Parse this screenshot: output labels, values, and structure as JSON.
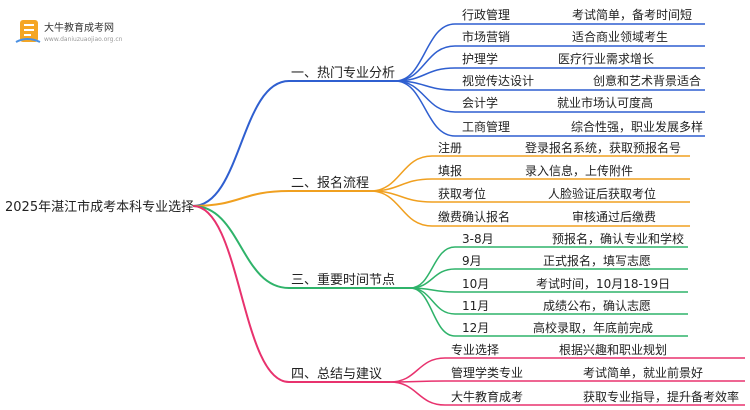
{
  "logo": {
    "title": "大牛教育成考网",
    "subtitle": "www.daniuzuaojiao.org.cn",
    "icon": "book-icon",
    "colors": {
      "primary": "#f5a623",
      "secondary": "#4a90e2"
    }
  },
  "mindmap": {
    "root": "2025年湛江市成考本科专业选择",
    "branches": [
      {
        "label": "一、热门专业分析",
        "color": "#2f5fd0",
        "items": [
          {
            "name": "行政管理",
            "desc": "考试简单，备考时间短"
          },
          {
            "name": "市场营销",
            "desc": "适合商业领域考生"
          },
          {
            "name": "护理学",
            "desc": "医疗行业需求增长"
          },
          {
            "name": "视觉传达设计",
            "desc": "创意和艺术背景适合"
          },
          {
            "name": "会计学",
            "desc": "就业市场认可度高"
          },
          {
            "name": "工商管理",
            "desc": "综合性强，职业发展多样"
          }
        ]
      },
      {
        "label": "二、报名流程",
        "color": "#f0a020",
        "items": [
          {
            "name": "注册",
            "desc": "登录报名系统，获取预报名号"
          },
          {
            "name": "填报",
            "desc": "录入信息，上传附件"
          },
          {
            "name": "获取考位",
            "desc": "人脸验证后获取考位"
          },
          {
            "name": "缴费确认报名",
            "desc": "审核通过后缴费"
          }
        ]
      },
      {
        "label": "三、重要时间节点",
        "color": "#2fb36a",
        "items": [
          {
            "name": "3-8月",
            "desc": "预报名，确认专业和学校"
          },
          {
            "name": "9月",
            "desc": "正式报名，填写志愿"
          },
          {
            "name": "10月",
            "desc": "考试时间，10月18-19日"
          },
          {
            "name": "11月",
            "desc": "成绩公布，确认志愿"
          },
          {
            "name": "12月",
            "desc": "高校录取，年底前完成"
          }
        ]
      },
      {
        "label": "四、总结与建议",
        "color": "#e8326e",
        "items": [
          {
            "name": "专业选择",
            "desc": "根据兴趣和职业规划"
          },
          {
            "name": "管理学类专业",
            "desc": "考试简单，就业前景好"
          },
          {
            "name": "大牛教育成考",
            "desc": "获取专业指导，提升备考效率"
          }
        ]
      }
    ]
  }
}
